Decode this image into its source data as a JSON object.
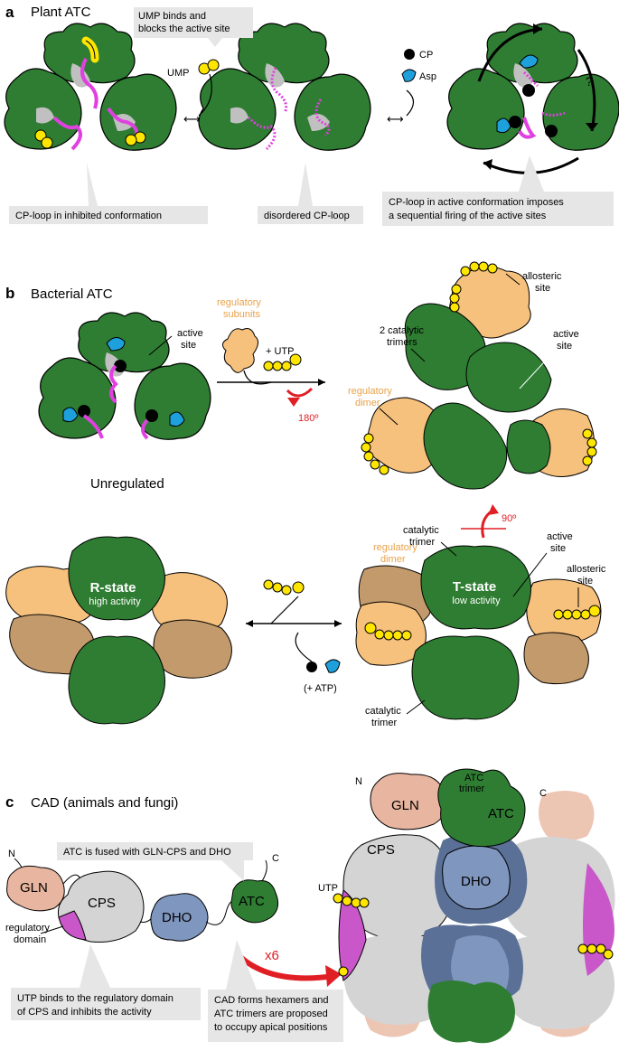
{
  "panel_a": {
    "letter": "a",
    "title": "Plant ATC",
    "callout_ump_binds_1": "UMP    binds    and",
    "callout_ump_binds_2": "blocks the active site",
    "label_ump": "UMP",
    "label_cp": "CP",
    "label_asp": "Asp",
    "label_question": "?",
    "callout_inhibited": "CP-loop in inhibited conformation",
    "callout_disordered": "disordered CP-loop",
    "callout_active_1": "CP-loop in active conformation imposes",
    "callout_active_2": "a sequential firing of the active sites"
  },
  "panel_b": {
    "letter": "b",
    "title": "Bacterial ATC",
    "label_active_site_1": "active",
    "label_active_site_2": "site",
    "label_unregulated": "Unregulated",
    "label_regulatory_subunits_1": "regulatory",
    "label_regulatory_subunits_2": "subunits",
    "label_plus_utp": "+ UTP",
    "label_180": "180º",
    "label_allosteric_1": "allosteric",
    "label_allosteric_2": "site",
    "label_two_catalytic_1": "2 catalytic",
    "label_two_catalytic_2": "trimers",
    "label_active_top_1": "active",
    "label_active_top_2": "site",
    "label_regulatory_dimer_1": "regulatory",
    "label_regulatory_dimer_2": "dimer",
    "label_90": "90º",
    "label_r_state": "R-state",
    "label_high_activity": "high activity",
    "label_t_state": "T-state",
    "label_low_activity": "low activity",
    "label_catalytic_trimer_top_1": "catalytic",
    "label_catalytic_trimer_top_2": "trimer",
    "label_active_t_1": "active",
    "label_active_t_2": "site",
    "label_reg_dimer_t_1": "regulatory",
    "label_reg_dimer_t_2": "dimer",
    "label_allosteric_t_1": "allosteric",
    "label_allosteric_t_2": "site",
    "label_plus_atp": "(+ ATP)",
    "label_catalytic_trimer_bot_1": "catalytic",
    "label_catalytic_trimer_bot_2": "trimer"
  },
  "panel_c": {
    "letter": "c",
    "title": "CAD (animals and fungi)",
    "label_n": "N",
    "label_c": "C",
    "domain_gln": "GLN",
    "domain_cps": "CPS",
    "domain_dho": "DHO",
    "domain_atc": "ATC",
    "label_regulatory_domain_1": "regulatory",
    "label_regulatory_domain_2": "domain",
    "callout_fused": "ATC is fused with GLN-CPS and DHO",
    "callout_utp_1": "UTP binds to the regulatory domain",
    "callout_utp_2": "of CPS and inhibits the activity",
    "label_x6": "x6",
    "callout_hex_1": "CAD   forms   hexamers   and",
    "callout_hex_2": "ATC  trimers  are  proposed",
    "callout_hex_3": "to occupy apical positions",
    "label_atc_trimer_1": "ATC",
    "label_atc_trimer_2": "trimer",
    "label_utp": "UTP"
  },
  "colors": {
    "catalytic_green": "#2e7d32",
    "regulatory_light": "#f6c07d",
    "regulatory_dark": "#c39a6b",
    "ump_yellow": "#ffe600",
    "loop_magenta": "#e040e0",
    "asp_blue": "#1ea0dc",
    "cps_gray": "#d4d4d4",
    "dho_blue": "#7f96bf",
    "gln_salmon": "#e8b6a0",
    "arrow_red": "#e01f25",
    "label_orange": "#e8a24a"
  }
}
